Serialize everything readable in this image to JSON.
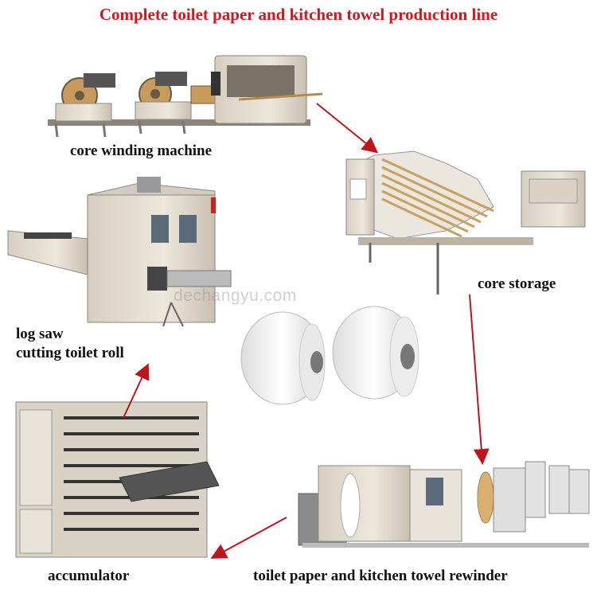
{
  "title": "Complete toilet paper and kitchen towel production line",
  "watermark": "dechangyu.com",
  "labels": {
    "core_winding": "core winding machine",
    "core_storage": "core storage",
    "log_saw_line1": "log saw",
    "log_saw_line2": "cutting toilet roll",
    "accumulator": "accumulator",
    "rewinder": "toilet paper and kitchen towel rewinder"
  },
  "colors": {
    "title": "#d6141c",
    "arrow": "#c0141c",
    "machine_body": "#e4ddd0",
    "machine_shadow": "#b9b0a2"
  }
}
